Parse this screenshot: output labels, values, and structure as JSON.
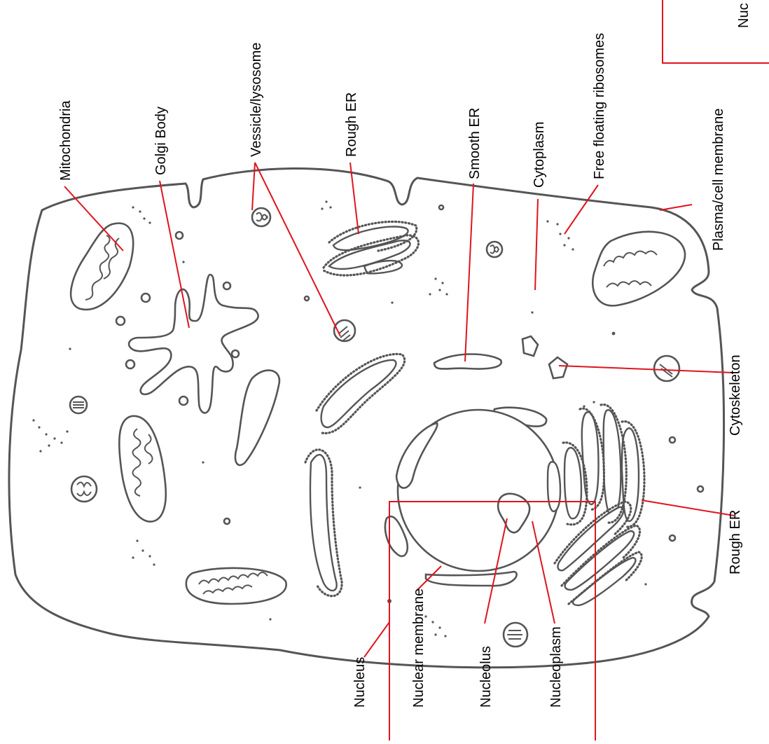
{
  "colors": {
    "leader": "#e0141e",
    "outline": "#555555",
    "background": "#ffffff"
  },
  "labels": {
    "mitochondria": "Mitochondria",
    "golgi_body": "Golgi Body",
    "vesicle_lysosome": "Vessicle/lysosome",
    "rough_er_top": "Rough ER",
    "smooth_er": "Smooth ER",
    "cytoplasm": "Cytoplasm",
    "free_ribosomes": "Free floating ribosomes",
    "plasma_membrane": "Plasma/cell membrane",
    "cytoskeleton": "Cytoskeleton",
    "rough_er_bottom": "Rough ER",
    "nucleus": "Nucleus",
    "nuclear_membrane": "Nuclear membrane",
    "nucleolus": "Nucleolus",
    "nucleoplasm": "Nucleoplasm",
    "corner_box": "Nuc"
  }
}
